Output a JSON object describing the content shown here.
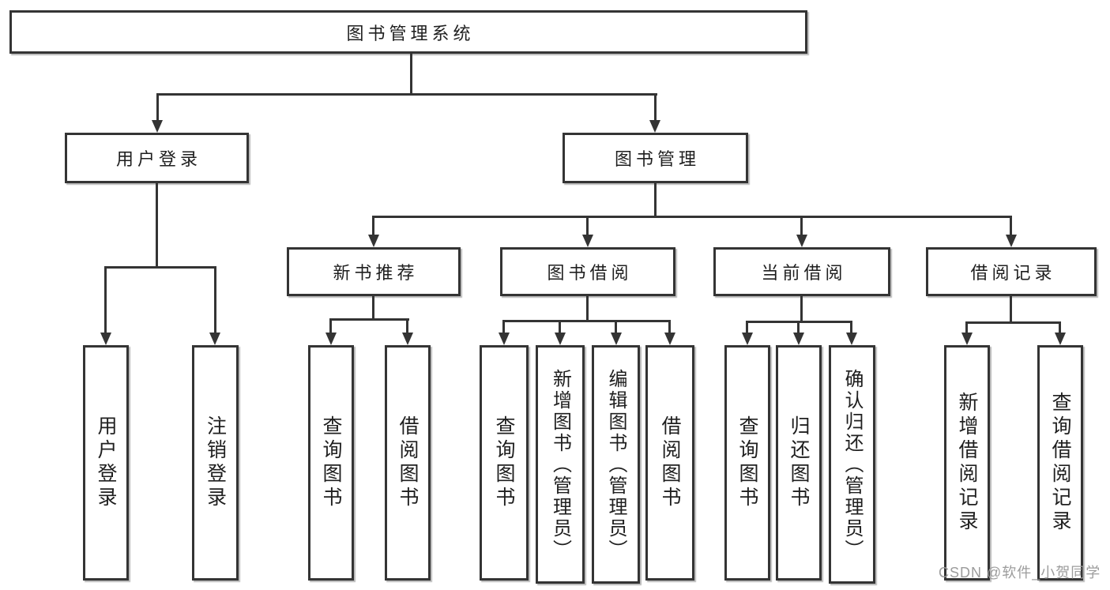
{
  "colors": {
    "line": "#343434",
    "box_background": "#ffffff",
    "watermark": "#9c9c9c"
  },
  "watermark": {
    "text": "CSDN @软件_小贺同学"
  },
  "tree": {
    "root": {
      "label": "图书管理系统"
    },
    "branches": [
      {
        "label": "用户登录",
        "children": [
          {
            "label": "用户登录"
          },
          {
            "label": "注销登录"
          }
        ]
      },
      {
        "label": "图书管理",
        "children": [
          {
            "label": "新书推荐",
            "children": [
              {
                "label": "查询图书"
              },
              {
                "label": "借阅图书"
              }
            ]
          },
          {
            "label": "图书借阅",
            "children": [
              {
                "label": "查询图书"
              },
              {
                "label": "新增图书（管理员）"
              },
              {
                "label": "编辑图书（管理员）"
              },
              {
                "label": "借阅图书"
              }
            ]
          },
          {
            "label": "当前借阅",
            "children": [
              {
                "label": "查询图书"
              },
              {
                "label": "归还图书"
              },
              {
                "label": "确认归还（管理员）"
              }
            ]
          },
          {
            "label": "借阅记录",
            "children": [
              {
                "label": "新增借阅记录"
              },
              {
                "label": "查询借阅记录"
              }
            ]
          }
        ]
      }
    ]
  }
}
